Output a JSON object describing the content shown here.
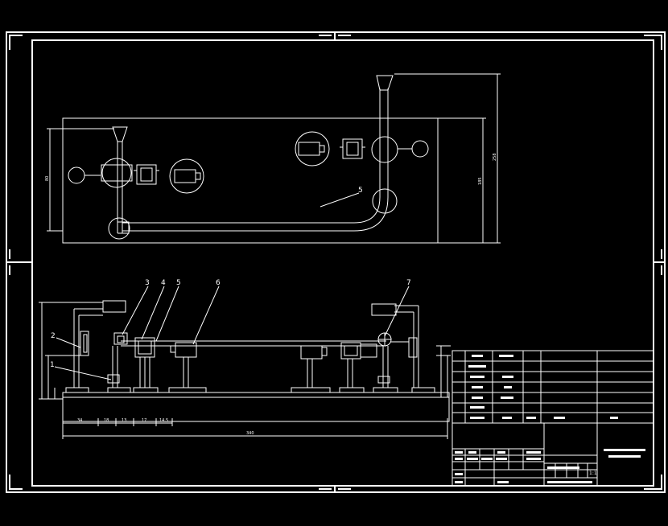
{
  "drawing": {
    "colors": {
      "background": "#000000",
      "lines": "#ffffff"
    },
    "callouts": {
      "top_5": "5",
      "bottom": [
        "3",
        "4",
        "5",
        "6",
        "7",
        "2",
        "1"
      ]
    },
    "dimensions": {
      "bottom_segments": [
        "34",
        "18",
        "13",
        "17",
        "14.5"
      ],
      "overall_length": "340"
    },
    "title_block": {
      "scale": "1:1"
    }
  }
}
